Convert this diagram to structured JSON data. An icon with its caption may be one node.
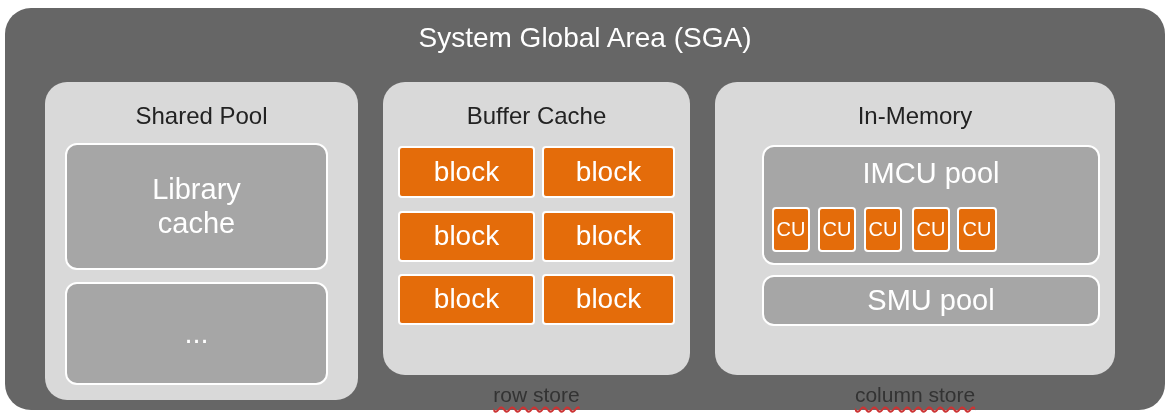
{
  "diagram": {
    "nodes": [
      {
        "text": [
          "System Global Area (SGA)"
        ]
      },
      {
        "text": [
          "Shared Pool"
        ],
        "in": 0
      },
      {
        "text": [
          "Library cache"
        ],
        "in": 1
      },
      {
        "text": [
          "..."
        ],
        "in": 1
      },
      {
        "text": [
          "Buffer Cache"
        ],
        "in": 0,
        "beside": [
          "row store"
        ]
      },
      {
        "text": [
          "block"
        ],
        "in": 4
      },
      {
        "text": [
          "block"
        ],
        "in": 4
      },
      {
        "text": [
          "block"
        ],
        "in": 4
      },
      {
        "text": [
          "block"
        ],
        "in": 4
      },
      {
        "text": [
          "block"
        ],
        "in": 4
      },
      {
        "text": [
          "block"
        ],
        "in": 4
      },
      {
        "text": [
          "In-Memory"
        ],
        "in": 0,
        "beside": [
          "column store"
        ]
      },
      {
        "text": [
          "IMCU pool"
        ],
        "in": 11
      },
      {
        "text": [
          "CU"
        ],
        "in": 12
      },
      {
        "text": [
          "CU"
        ],
        "in": 12
      },
      {
        "text": [
          "CU"
        ],
        "in": 12
      },
      {
        "text": [
          "CU"
        ],
        "in": 12
      },
      {
        "text": [
          "CU"
        ],
        "in": 12
      },
      {
        "text": [
          "SMU pool"
        ],
        "in": 11
      }
    ]
  }
}
